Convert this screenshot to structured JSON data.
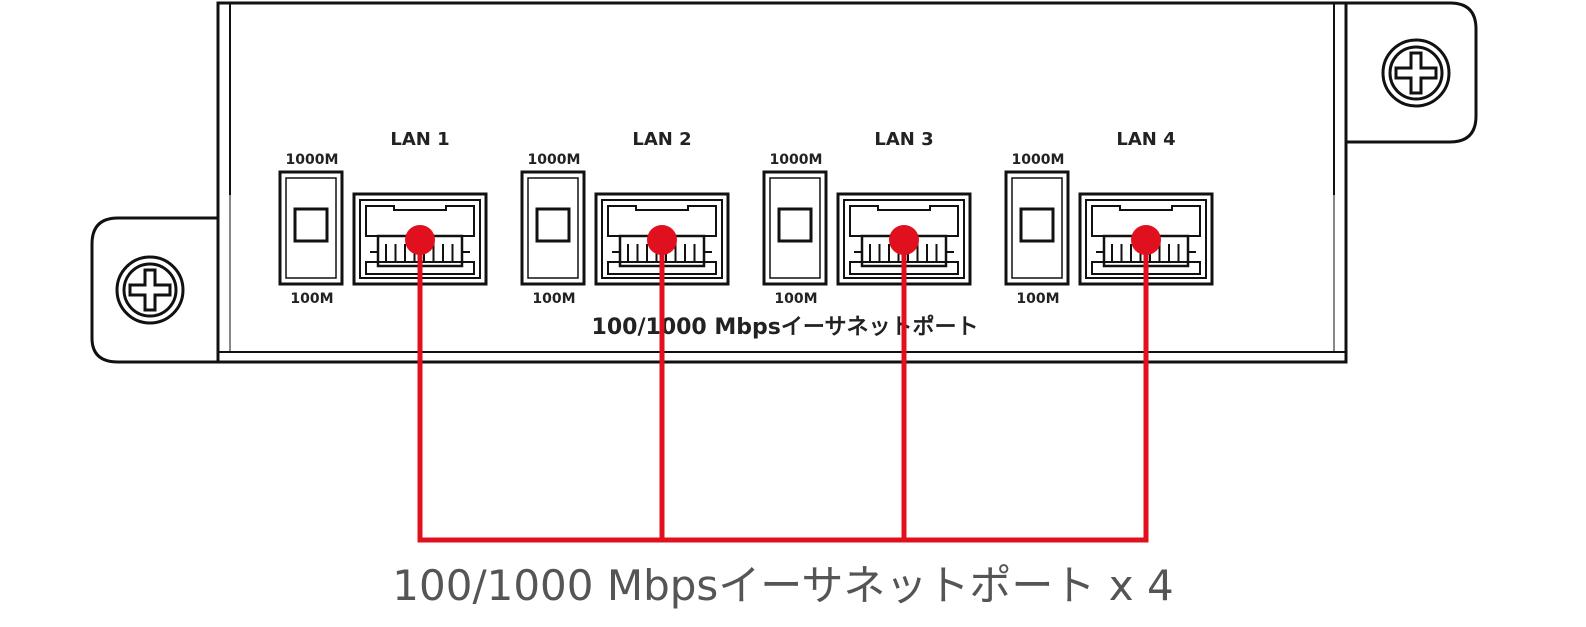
{
  "ports": [
    {
      "name": "LAN 1",
      "speed_high": "1000M",
      "speed_low": "100M"
    },
    {
      "name": "LAN 2",
      "speed_high": "1000M",
      "speed_low": "100M"
    },
    {
      "name": "LAN 3",
      "speed_high": "1000M",
      "speed_low": "100M"
    },
    {
      "name": "LAN 4",
      "speed_high": "1000M",
      "speed_low": "100M"
    }
  ],
  "panel_label": "100/1000 Mbpsイーサネットポート",
  "callout_caption": "100/1000 Mbpsイーサネットポート x 4",
  "colors": {
    "outline": "#111111",
    "callout": "#e0101e",
    "caption_text": "#555555"
  },
  "icons": [
    "screw-icon",
    "rj45-port-icon",
    "led-switch-icon"
  ]
}
